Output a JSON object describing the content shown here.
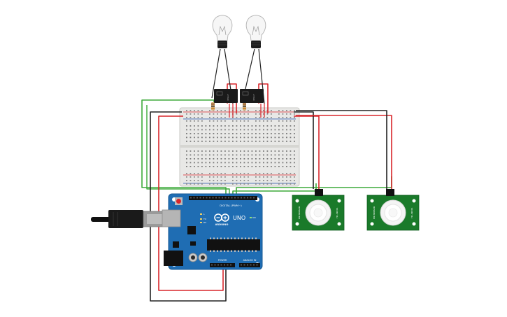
{
  "arduino": {
    "brand": "ARDUINO",
    "model": "UNO",
    "digital_header": "DIGITAL (PWM~)",
    "power_header": "POWER",
    "analog_header": "ANALOG IN",
    "tx_label": "TX",
    "rx_label": "RX",
    "l_label": "L",
    "on_label": "ON"
  },
  "pir_sensors": [
    {
      "side_label_left": "PIR SENSOR",
      "side_label_right": "HC-SR501"
    },
    {
      "side_label_left": "PIR SENSOR",
      "side_label_right": "HC-SR501"
    }
  ],
  "relays": [
    {
      "label": "RELAY"
    },
    {
      "label": "RELAY"
    }
  ],
  "bulbs": [
    {
      "state": "off"
    },
    {
      "state": "off"
    }
  ],
  "colors": {
    "wire_red": "#d9262b",
    "wire_black": "#222222",
    "wire_green": "#3daa3a",
    "board_blue": "#1f6db3",
    "pcb_green": "#1a7a2a",
    "breadboard": "#e8e8e6"
  }
}
